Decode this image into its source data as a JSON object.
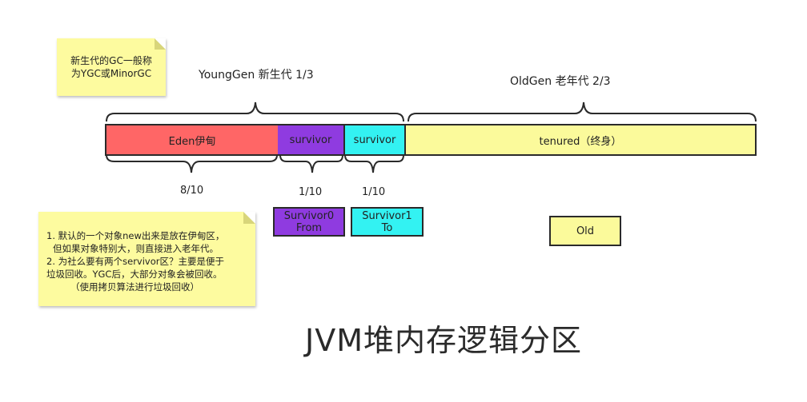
{
  "notes": {
    "top": [
      "新生代的GC一般称",
      "为YGC或MinorGC"
    ],
    "bottom": [
      "1. 默认的一个对象new出来是放在伊甸区，",
      "  但如果对象特别大，则直接进入老年代。",
      "2. 为社么要有两个servivor区？主要是便于",
      "垃圾回收。YGC后，大部分对象会被回收。",
      "（使用拷贝算法进行垃圾回收）"
    ]
  },
  "labels": {
    "young": "YoungGen 新生代  1/3",
    "old": "OldGen 老年代   2/3",
    "eden_ratio": "8/10",
    "s0_ratio": "1/10",
    "s1_ratio": "1/10"
  },
  "blocks": {
    "eden": "Eden伊甸",
    "survivor_a": "survivor",
    "survivor_b": "survivor",
    "tenured": "tenured（终身）",
    "survivor0": [
      "Survivor0",
      "From"
    ],
    "survivor1": [
      "Survivor1",
      "To"
    ],
    "old": "Old"
  },
  "title": "JVM堆内存逻辑分区",
  "colors": {
    "eden": "#ff6666",
    "survivor_purple": "#8f3be0",
    "survivor_cyan": "#33f2f2",
    "tenured": "#fbfa9b",
    "note": "#fdfb9f"
  }
}
